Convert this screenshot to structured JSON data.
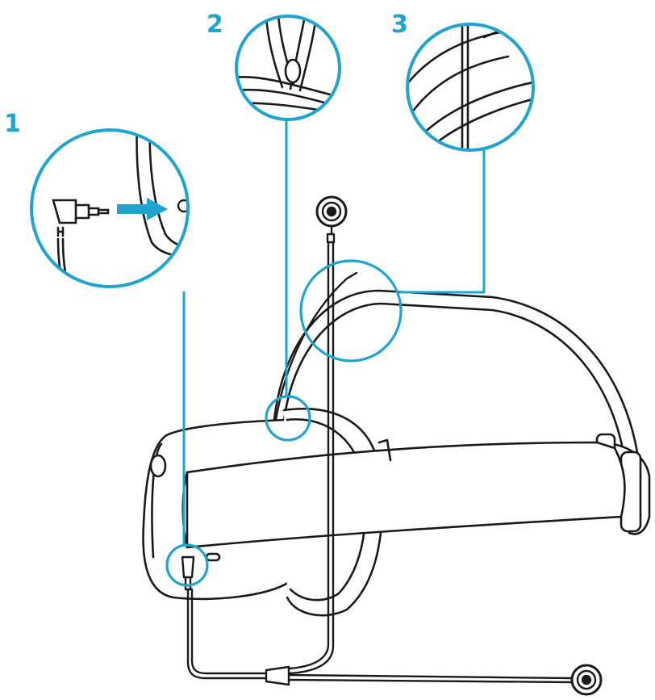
{
  "steps": [
    {
      "label": "1"
    },
    {
      "label": "2"
    },
    {
      "label": "3"
    }
  ],
  "colors": {
    "accent": "#1fa3cf",
    "ink": "#1a1a1a",
    "background": "#ffffff"
  },
  "icons": {
    "arrow": "insert-arrow-icon",
    "plug": "audio-jack-plug-icon",
    "earbud": "earbud-icon"
  }
}
